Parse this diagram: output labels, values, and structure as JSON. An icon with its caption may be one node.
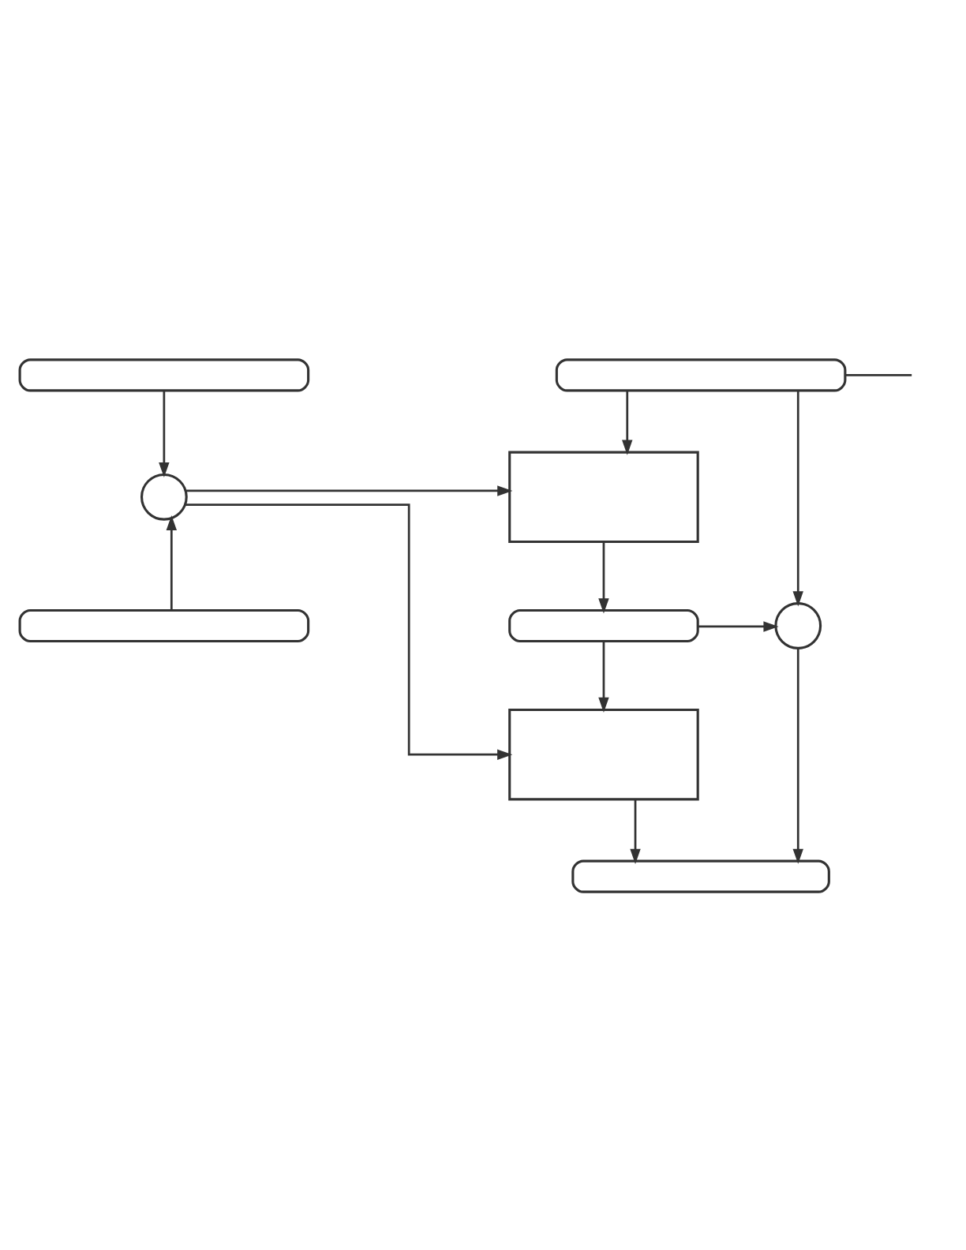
{
  "diagram": {
    "nodes": [
      {
        "text": [],
        "shape": "bar"
      },
      {
        "text": [],
        "shape": "bar"
      },
      {
        "text": [],
        "shape": "box"
      },
      {
        "text": [],
        "shape": "circle"
      },
      {
        "text": [],
        "shape": "bar"
      },
      {
        "text": [],
        "shape": "bar"
      },
      {
        "text": [],
        "shape": "circle"
      },
      {
        "text": [],
        "shape": "box"
      },
      {
        "text": [],
        "shape": "bar"
      }
    ],
    "edges": [
      {
        "from": 0,
        "to": 3,
        "arrow": "to"
      },
      {
        "from": 4,
        "to": 3,
        "arrow": "to"
      },
      {
        "from": 3,
        "to": 2,
        "arrow": "to"
      },
      {
        "from": 3,
        "to": 7,
        "arrow": "to"
      },
      {
        "from": 1,
        "to": 2,
        "arrow": "to"
      },
      {
        "from": 2,
        "to": 5,
        "arrow": "to"
      },
      {
        "from": 5,
        "to": 7,
        "arrow": "to"
      },
      {
        "from": 5,
        "to": 6,
        "arrow": "to"
      },
      {
        "from": 1,
        "to": 6,
        "arrow": "to"
      },
      {
        "from": 6,
        "to": 8,
        "arrow": "to"
      },
      {
        "from": 7,
        "to": 8,
        "arrow": "to"
      },
      {
        "from": 1,
        "to": null,
        "arrow": "none"
      }
    ]
  }
}
